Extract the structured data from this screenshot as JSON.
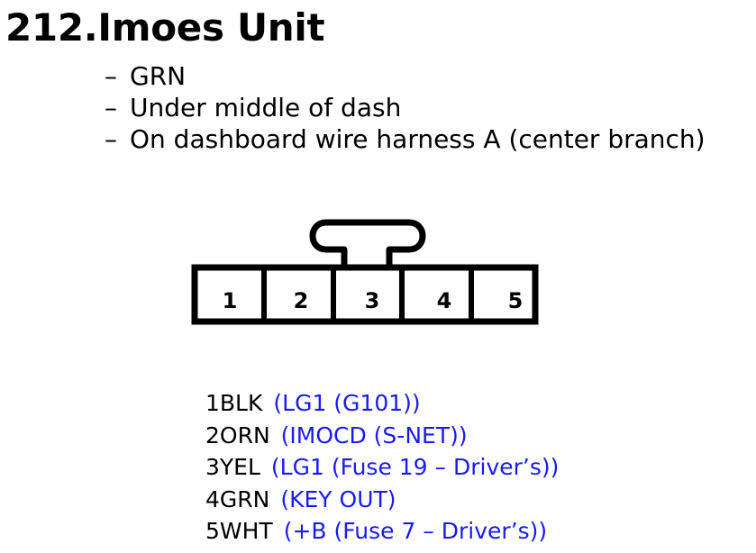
{
  "title": "212.Imoes Unit",
  "notes": [
    "GRN",
    "Under middle of dash",
    "On dashboard wire harness A (center branch)"
  ],
  "note_marker": "–",
  "connector": {
    "pin_labels": [
      "1",
      "2",
      "3",
      "4",
      "5"
    ]
  },
  "pins": [
    {
      "code": "1BLK",
      "desc": "(LG1 (G101))"
    },
    {
      "code": "2ORN",
      "desc": "(IMOCD (S-NET))"
    },
    {
      "code": "3YEL",
      "desc": "(LG1 (Fuse 19 – Driver’s))"
    },
    {
      "code": "4GRN",
      "desc": "(KEY OUT)"
    },
    {
      "code": "5WHT",
      "desc": "(+B (Fuse 7 – Driver’s))"
    }
  ],
  "colors": {
    "desc_text": "#1a1aff",
    "line": "#000000"
  }
}
